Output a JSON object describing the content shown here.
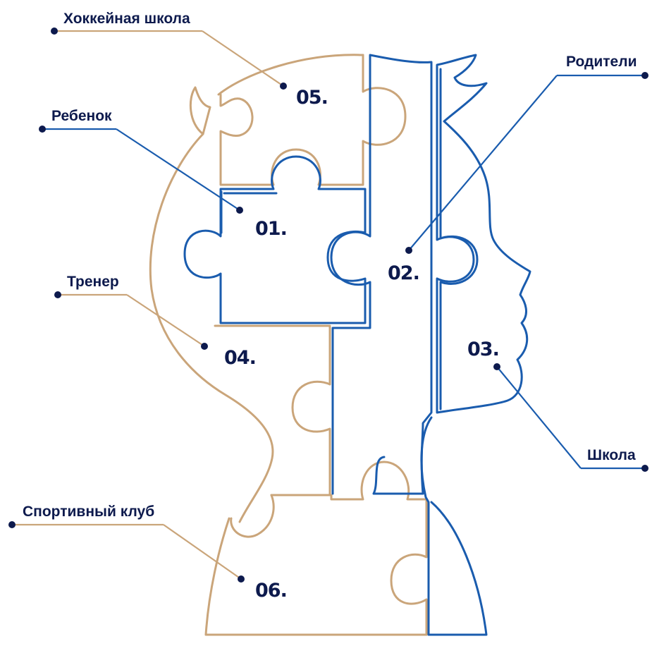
{
  "colors": {
    "gold": "#caa57a",
    "blue": "#1a5cae",
    "navy": "#0d1a4d"
  },
  "pieces": [
    {
      "id": "p01",
      "number": "01.",
      "label": "Ребенок"
    },
    {
      "id": "p02",
      "number": "02.",
      "label": "Родители"
    },
    {
      "id": "p03",
      "number": "03.",
      "label": "Школа"
    },
    {
      "id": "p04",
      "number": "04.",
      "label": "Тренер"
    },
    {
      "id": "p05",
      "number": "05.",
      "label": "Хоккейная школа"
    },
    {
      "id": "p06",
      "number": "06.",
      "label": "Спортивный клуб"
    }
  ]
}
